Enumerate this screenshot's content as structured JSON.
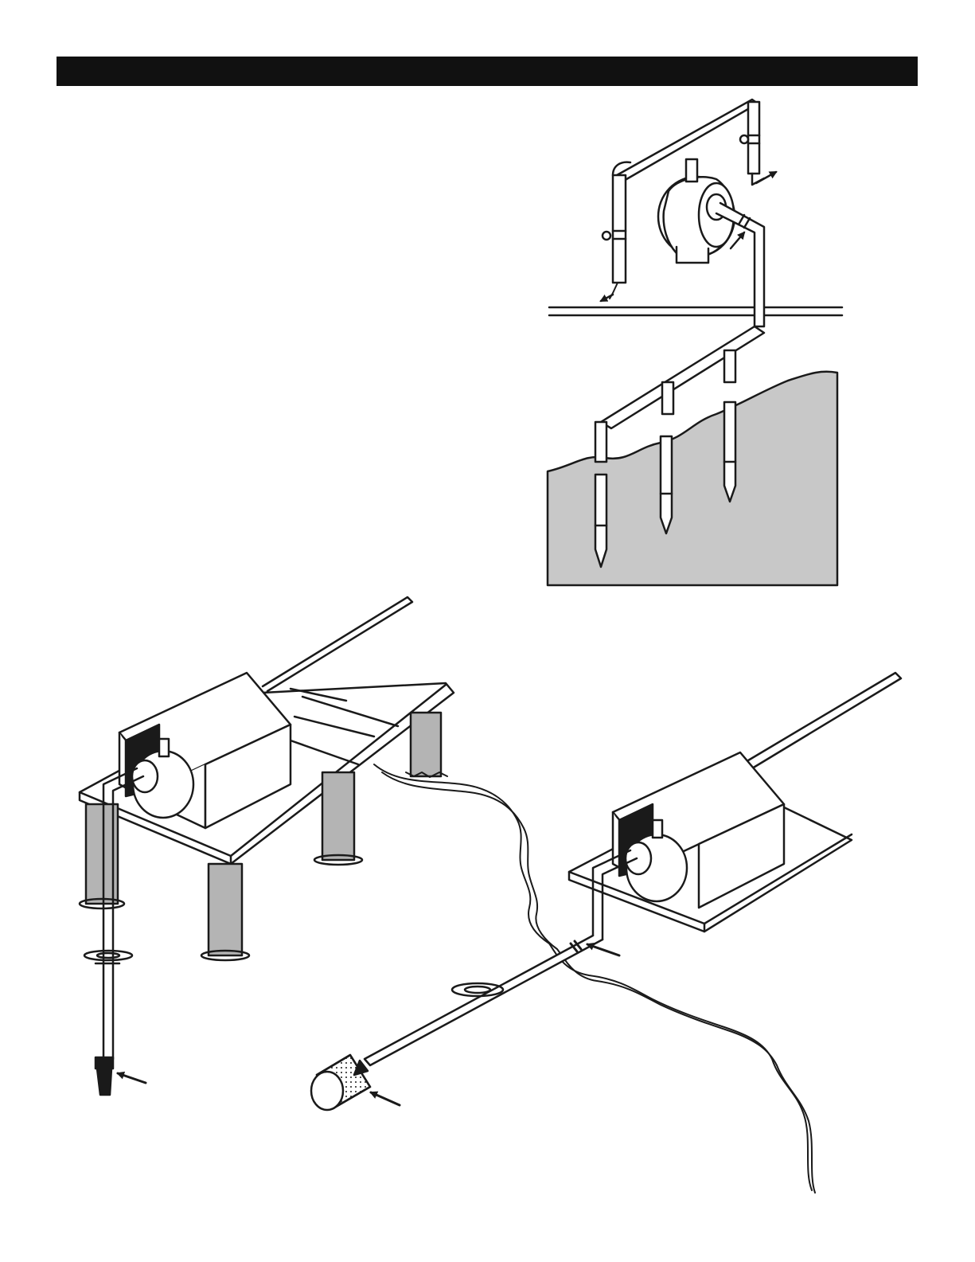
{
  "page": {
    "background": "#ffffff"
  },
  "header": {
    "text": "",
    "bar_color": "#111111"
  },
  "colors": {
    "line": "#1a1a1a",
    "ground_fill": "#c8c8c8",
    "pile_fill": "#b4b4b4",
    "paper": "#ffffff"
  },
  "figures": [
    {
      "name": "well-point-manifold",
      "description_visible": false
    },
    {
      "name": "dock-pump-with-foot-valve",
      "description_visible": false
    },
    {
      "name": "shore-pump-with-strainer",
      "description_visible": false
    }
  ],
  "icons": [
    "arrow-icon",
    "pump-icon",
    "strainer-icon",
    "foot-valve-icon",
    "well-point-icon"
  ]
}
